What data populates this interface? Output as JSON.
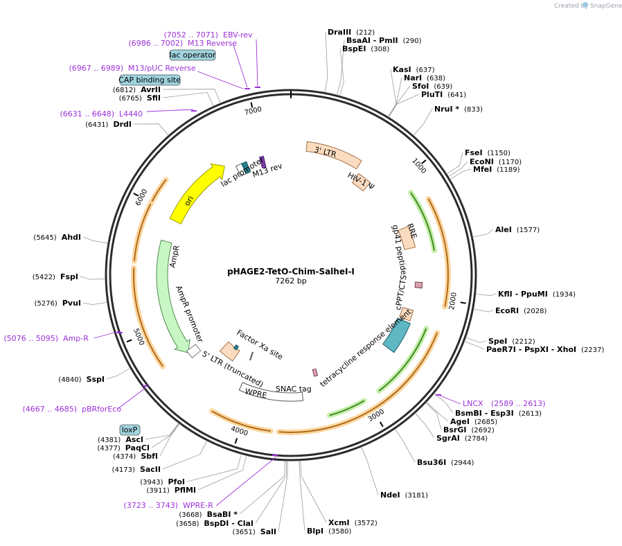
{
  "watermark": {
    "text": "Created by",
    "brand": "SnapGene"
  },
  "plasmid": {
    "name": "pHAGE2-TetO-Chim-SalheI-I",
    "length_label": "7262 bp",
    "length": 7262
  },
  "ticks": [
    {
      "bp": 1000,
      "label": "1000"
    },
    {
      "bp": 2000,
      "label": "2000"
    },
    {
      "bp": 3000,
      "label": "3000"
    },
    {
      "bp": 4000,
      "label": "4000"
    },
    {
      "bp": 5000,
      "label": "5000"
    },
    {
      "bp": 6000,
      "label": "6000"
    },
    {
      "bp": 7000,
      "label": "7000"
    }
  ],
  "sites": [
    {
      "name": "DraIII",
      "pos": "(212)",
      "bp": 212
    },
    {
      "name": "BsaAI  - PmlI",
      "pos": "(290)",
      "bp": 290
    },
    {
      "name": "BspEI",
      "pos": "(308)",
      "bp": 308
    },
    {
      "name": "KasI",
      "pos": "(637)",
      "bp": 637
    },
    {
      "name": "NarI",
      "pos": "(638)",
      "bp": 638
    },
    {
      "name": "SfoI",
      "pos": "(639)",
      "bp": 639
    },
    {
      "name": "PluTI",
      "pos": "(641)",
      "bp": 641
    },
    {
      "name": "NruI *",
      "pos": "(833)",
      "bp": 833
    },
    {
      "name": "FseI",
      "pos": "(1150)",
      "bp": 1150
    },
    {
      "name": "EcoNI",
      "pos": "(1170)",
      "bp": 1170
    },
    {
      "name": "MfeI",
      "pos": "(1189)",
      "bp": 1189
    },
    {
      "name": "AleI",
      "pos": "(1577)",
      "bp": 1577
    },
    {
      "name": "KflI  - PpuMI",
      "pos": "(1934)",
      "bp": 1934
    },
    {
      "name": "EcoRI",
      "pos": "(2028)",
      "bp": 2028
    },
    {
      "name": "SpeI",
      "pos": "(2212)",
      "bp": 2212
    },
    {
      "name": "PaeR7I  - PspXI  - XhoI",
      "pos": "(2237)",
      "bp": 2237
    },
    {
      "name": "BsmBI  - Esp3I",
      "pos": "(2613)",
      "bp": 2613
    },
    {
      "name": "AgeI",
      "pos": "(2685)",
      "bp": 2685
    },
    {
      "name": "BsrGI",
      "pos": "(2692)",
      "bp": 2692
    },
    {
      "name": "SgrAI",
      "pos": "(2784)",
      "bp": 2784
    },
    {
      "name": "Bsu36I",
      "pos": "(2944)",
      "bp": 2944
    },
    {
      "name": "NdeI",
      "pos": "(3181)",
      "bp": 3181
    },
    {
      "name": "XcmI",
      "pos": "(3572)",
      "bp": 3572
    },
    {
      "name": "BlpI",
      "pos": "(3580)",
      "bp": 3580
    },
    {
      "name": "SalI",
      "pos": "(3651)",
      "bp": 3651
    },
    {
      "name": "BspDI  - ClaI",
      "pos": "(3658)",
      "bp": 3658
    },
    {
      "name": "BsaBI *",
      "pos": "(3668)",
      "bp": 3668
    },
    {
      "name": "PflMI",
      "pos": "(3911)",
      "bp": 3911
    },
    {
      "name": "PfoI",
      "pos": "(3943)",
      "bp": 3943
    },
    {
      "name": "SacII",
      "pos": "(4173)",
      "bp": 4173
    },
    {
      "name": "SbfI",
      "pos": "(4374)",
      "bp": 4374
    },
    {
      "name": "PaqCI",
      "pos": "(4377)",
      "bp": 4377
    },
    {
      "name": "AscI",
      "pos": "(4381)",
      "bp": 4381
    },
    {
      "name": "SspI",
      "pos": "(4840)",
      "bp": 4840
    },
    {
      "name": "PvuI",
      "pos": "(5276)",
      "bp": 5276
    },
    {
      "name": "FspI",
      "pos": "(5422)",
      "bp": 5422
    },
    {
      "name": "AhdI",
      "pos": "(5645)",
      "bp": 5645
    },
    {
      "name": "DrdI",
      "pos": "(6431)",
      "bp": 6431
    },
    {
      "name": "SfiI",
      "pos": "(6765)",
      "bp": 6765
    },
    {
      "name": "AvrII",
      "pos": "(6812)",
      "bp": 6812
    }
  ],
  "primers": [
    {
      "range": "(7052 .. 7071)",
      "name": "EBV-rev"
    },
    {
      "range": "(6986 .. 7002)",
      "name": "M13 Reverse"
    },
    {
      "range": "(6967 .. 6989)",
      "name": "M13/pUC Reverse"
    },
    {
      "range": "(6631 .. 6648)",
      "name": "L4440"
    },
    {
      "range": "(5076 .. 5095)",
      "name": "Amp-R"
    },
    {
      "range": "(4667 .. 4685)",
      "name": "pBRforEco"
    },
    {
      "range": "(3723 .. 3743)",
      "name": "WPRE-R"
    },
    {
      "range": "(2589 .. 2613)",
      "name": "LNCX"
    }
  ],
  "boxed_labels": [
    {
      "text": "lac operator"
    },
    {
      "text": "CAP binding site"
    },
    {
      "text": "loxP"
    }
  ],
  "features": [
    {
      "name": "3' LTR"
    },
    {
      "name": "HIV-1 Ψ"
    },
    {
      "name": "RRE"
    },
    {
      "name": "gp41 peptide"
    },
    {
      "name": "cPPT/CTS"
    },
    {
      "name": "tetracycline response element"
    },
    {
      "name": "SNAC tag"
    },
    {
      "name": "WPRE"
    },
    {
      "name": "Factor Xa site"
    },
    {
      "name": "5' LTR (truncated)"
    },
    {
      "name": "AmpR promoter"
    },
    {
      "name": "AmpR"
    },
    {
      "name": "ori"
    },
    {
      "name": "lac promoter"
    },
    {
      "name": "M13 rev"
    }
  ],
  "colors": {
    "backbone": "#2b2b2b",
    "primer": "#9b30d9",
    "orange_orf": "#f5b041",
    "green_orf": "#6abf3a",
    "ltr": "#fcdcc0",
    "ampr": "#c8f7c5",
    "ori": "#ffff00",
    "boxed": "#9fd3de",
    "teal": "#2a7f8f"
  }
}
